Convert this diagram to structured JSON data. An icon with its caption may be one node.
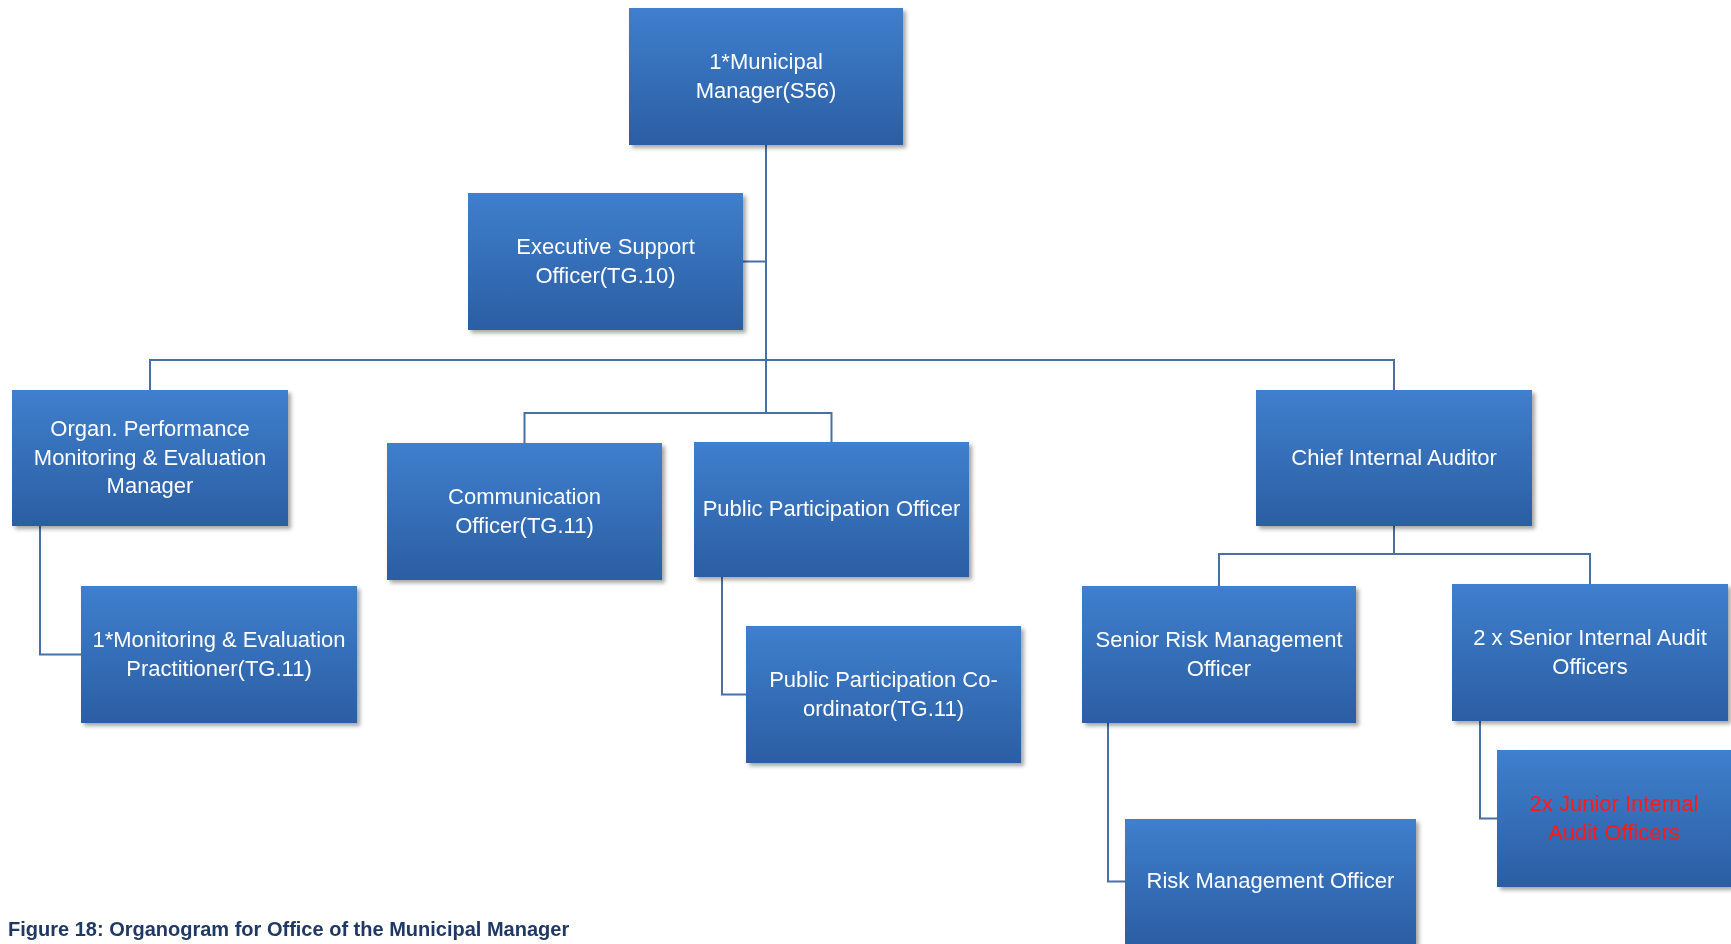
{
  "diagram": {
    "caption": "Figure 18: Organogram for Office of the Municipal Manager",
    "nodes": [
      {
        "text": [
          "1*Municipal Manager(S56)"
        ]
      },
      {
        "text": [
          "Executive Support Officer(TG.10)"
        ]
      },
      {
        "text": [
          "Organ. Performance Monitoring & Evaluation Manager"
        ]
      },
      {
        "text": [
          "1*Monitoring & Evaluation Practitioner(TG.11)"
        ]
      },
      {
        "text": [
          "Communication Officer(TG.11)"
        ]
      },
      {
        "text": [
          "Public Participation Officer"
        ]
      },
      {
        "text": [
          "Public Participation Co-ordinator(TG.11)"
        ]
      },
      {
        "text": [
          "Chief Internal Auditor"
        ]
      },
      {
        "text": [
          "Senior Risk Management Officer"
        ]
      },
      {
        "text": [
          "2 x Senior Internal Audit Officers"
        ]
      },
      {
        "text": [
          "2x Junior Internal Audit Officers"
        ]
      },
      {
        "text": [
          "Risk Management Officer"
        ]
      }
    ],
    "edges": [
      {
        "from": 0,
        "to": 1,
        "arrow": "none"
      },
      {
        "from": 0,
        "to": 2,
        "arrow": "none"
      },
      {
        "from": 0,
        "to": 4,
        "arrow": "none"
      },
      {
        "from": 0,
        "to": 5,
        "arrow": "none"
      },
      {
        "from": 0,
        "to": 7,
        "arrow": "none"
      },
      {
        "from": 2,
        "to": 3,
        "arrow": "none"
      },
      {
        "from": 5,
        "to": 6,
        "arrow": "none"
      },
      {
        "from": 7,
        "to": 8,
        "arrow": "none"
      },
      {
        "from": 7,
        "to": 9,
        "arrow": "none"
      },
      {
        "from": 8,
        "to": 11,
        "arrow": "none"
      },
      {
        "from": 9,
        "to": 10,
        "arrow": "none"
      }
    ]
  }
}
